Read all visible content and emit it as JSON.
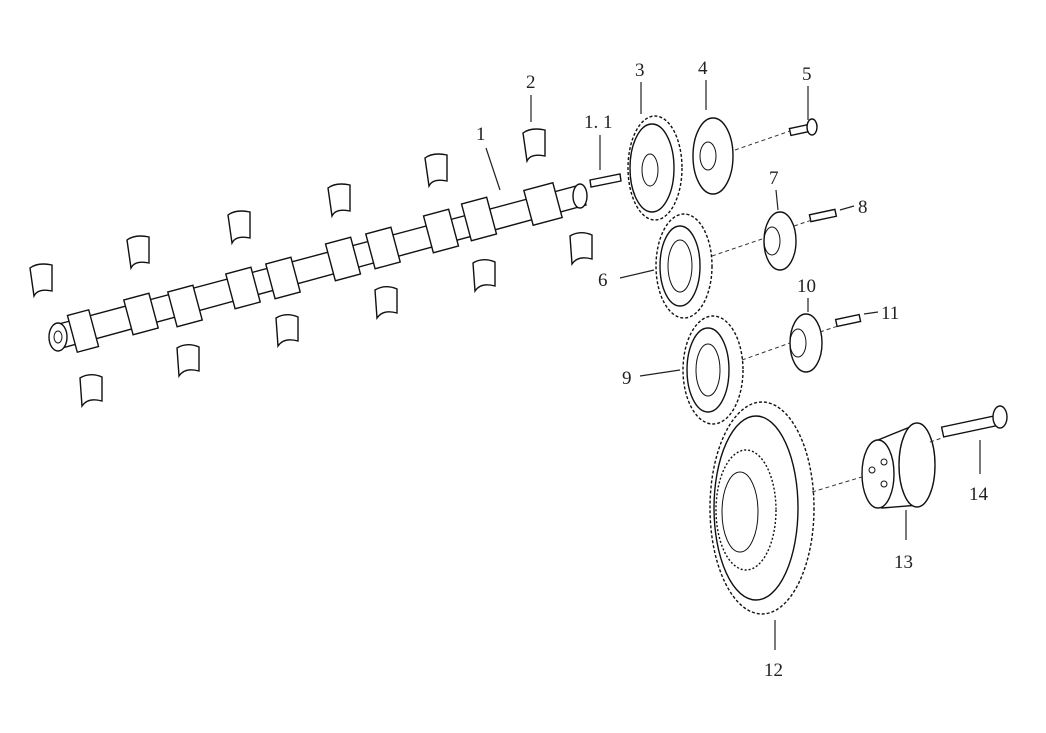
{
  "diagram": {
    "callouts": [
      {
        "id": "c1",
        "text": "1"
      },
      {
        "id": "c2",
        "text": "2"
      },
      {
        "id": "c1_1",
        "text": "1. 1"
      },
      {
        "id": "c3",
        "text": "3"
      },
      {
        "id": "c4",
        "text": "4"
      },
      {
        "id": "c5",
        "text": "5"
      },
      {
        "id": "c6",
        "text": "6"
      },
      {
        "id": "c7",
        "text": "7"
      },
      {
        "id": "c8",
        "text": "8"
      },
      {
        "id": "c9",
        "text": "9"
      },
      {
        "id": "c10",
        "text": "10"
      },
      {
        "id": "c11",
        "text": "11"
      },
      {
        "id": "c12",
        "text": "12"
      },
      {
        "id": "c13",
        "text": "13"
      },
      {
        "id": "c14",
        "text": "14"
      }
    ]
  }
}
